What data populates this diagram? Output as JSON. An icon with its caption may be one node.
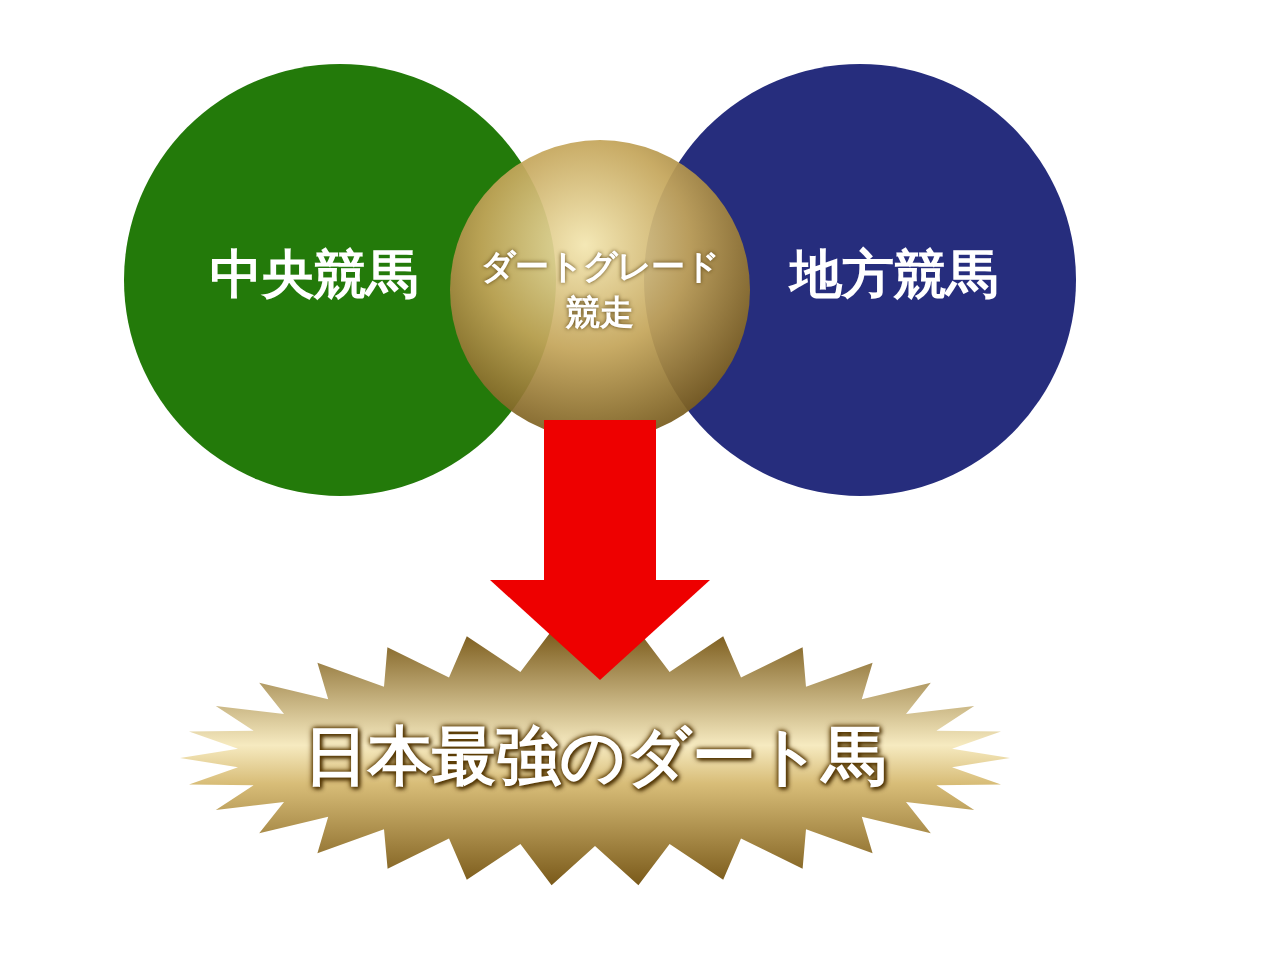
{
  "diagram": {
    "nodes": [
      {
        "text": [
          "中央競馬"
        ]
      },
      {
        "text": [
          "地方競馬"
        ]
      },
      {
        "text": [
          "ダートグレード競走"
        ]
      },
      {
        "text": [
          "日本最強のダート馬"
        ]
      }
    ],
    "edges": [
      {
        "from": 2,
        "to": 3,
        "arrow": "to",
        "color": "#ee0000"
      }
    ]
  }
}
